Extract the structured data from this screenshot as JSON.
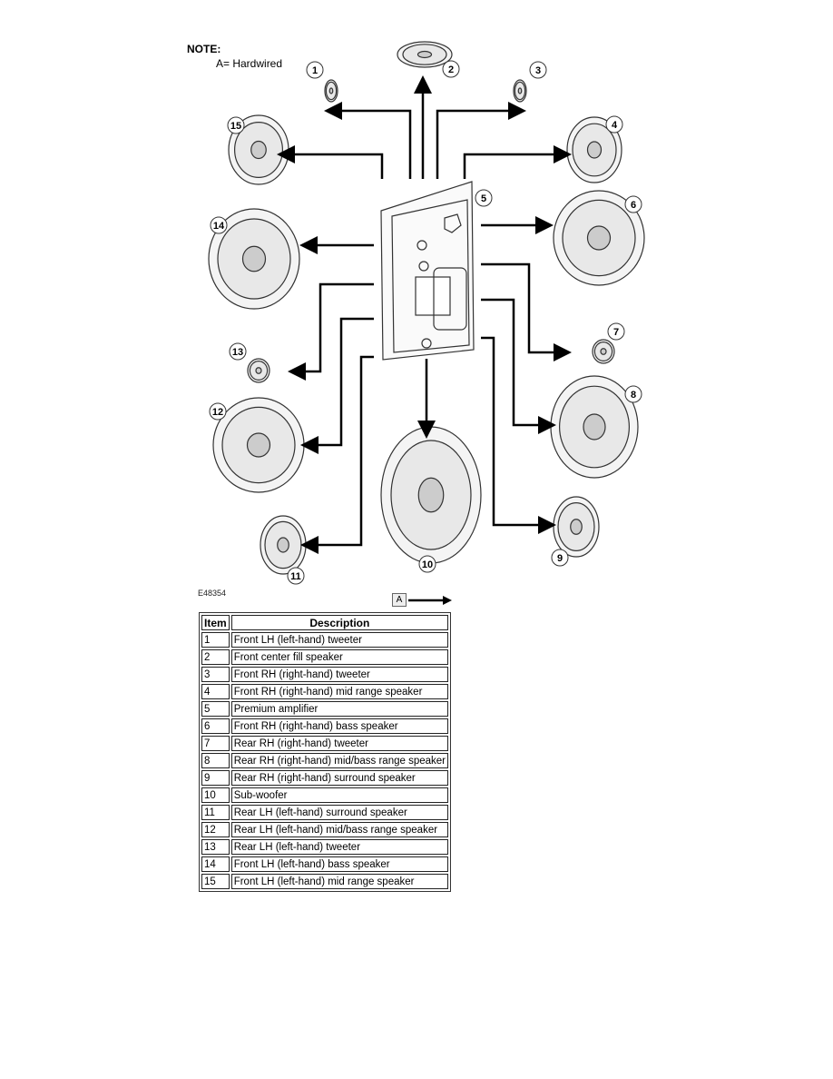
{
  "note": {
    "title": "NOTE:",
    "text": "A= Hardwired"
  },
  "figure_id": "E48354",
  "legend_key": "A",
  "callouts": [
    "1",
    "2",
    "3",
    "4",
    "5",
    "6",
    "7",
    "8",
    "9",
    "10",
    "11",
    "12",
    "13",
    "14",
    "15"
  ],
  "table": {
    "headers": [
      "Item",
      "Description"
    ],
    "rows": [
      [
        "1",
        "Front LH (left-hand) tweeter"
      ],
      [
        "2",
        "Front center fill speaker"
      ],
      [
        "3",
        "Front RH (right-hand) tweeter"
      ],
      [
        "4",
        "Front RH (right-hand) mid range speaker"
      ],
      [
        "5",
        "Premium amplifier"
      ],
      [
        "6",
        "Front RH (right-hand) bass speaker"
      ],
      [
        "7",
        "Rear RH (right-hand) tweeter"
      ],
      [
        "8",
        "Rear RH (right-hand) mid/bass range speaker"
      ],
      [
        "9",
        "Rear RH (right-hand) surround speaker"
      ],
      [
        "10",
        "Sub-woofer"
      ],
      [
        "11",
        "Rear LH (left-hand) surround speaker"
      ],
      [
        "12",
        "Rear LH (left-hand) mid/bass range speaker"
      ],
      [
        "13",
        "Rear LH (left-hand) tweeter"
      ],
      [
        "14",
        "Front LH (left-hand) bass speaker"
      ],
      [
        "15",
        "Front LH (left-hand) mid range speaker"
      ]
    ]
  }
}
